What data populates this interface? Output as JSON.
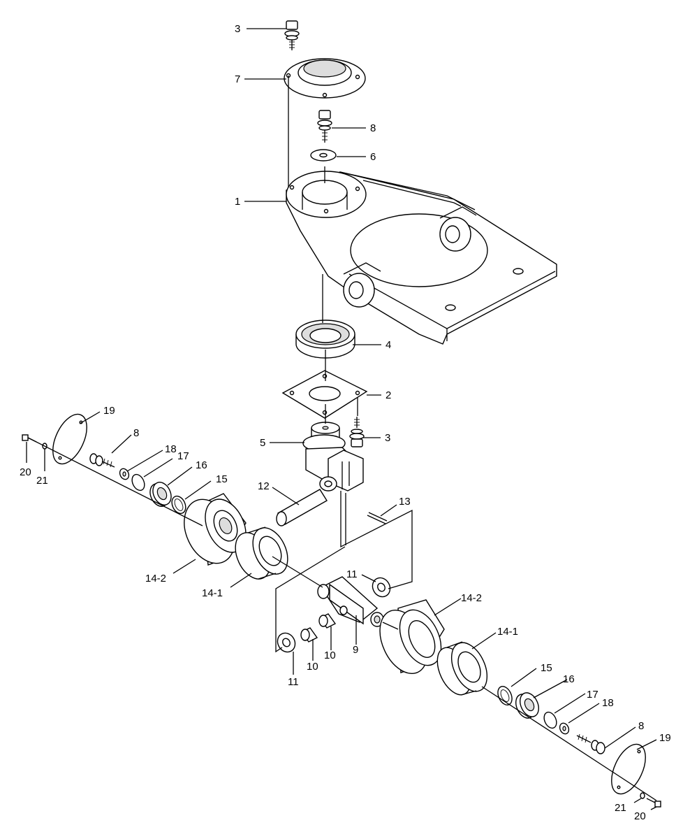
{
  "callouts": {
    "c3_top": "3",
    "c7": "7",
    "c8_top": "8",
    "c6": "6",
    "c1": "1",
    "c4": "4",
    "c2": "2",
    "c3_mid": "3",
    "c5": "5",
    "c12": "12",
    "c13": "13",
    "c19_left": "19",
    "c8_left": "8",
    "c18_left": "18",
    "c17_left": "17",
    "c16_left": "16",
    "c15_left": "15",
    "c20_left": "20",
    "c21_left": "21",
    "c14_2_left": "14-2",
    "c14_1_left": "14-1",
    "c11_top": "11",
    "c11_bottom": "11",
    "c10_a": "10",
    "c10_b": "10",
    "c9": "9",
    "c14_2_right": "14-2",
    "c14_1_right": "14-1",
    "c15_right": "15",
    "c16_right": "16",
    "c17_right": "17",
    "c18_right": "18",
    "c8_right": "8",
    "c19_right": "19",
    "c21_right": "21",
    "c20_right": "20"
  },
  "colors": {
    "line": "#000000",
    "background": "#ffffff",
    "shade": "#dddddd"
  }
}
